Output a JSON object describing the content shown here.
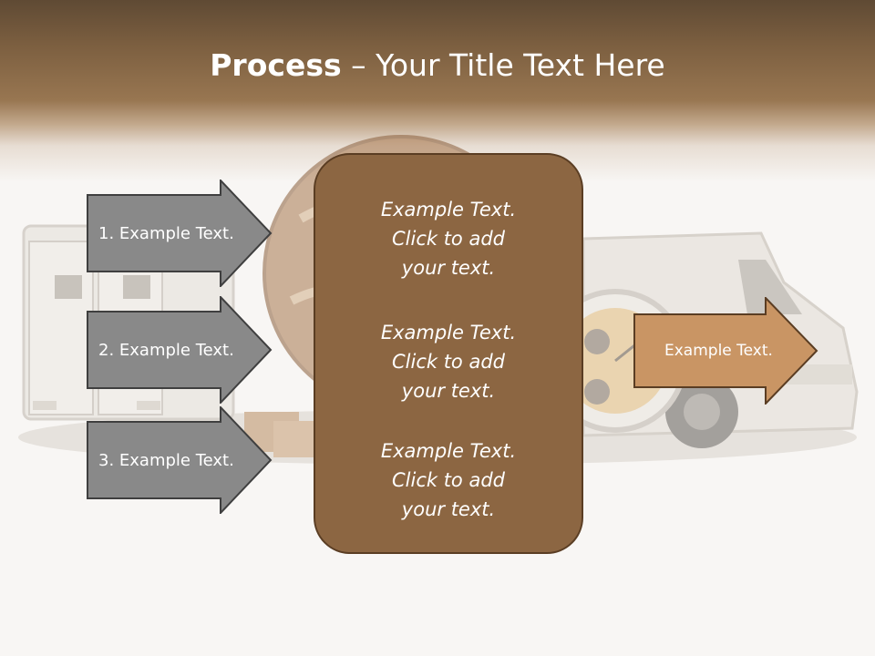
{
  "slide": {
    "title_bold": "Process",
    "title_rest": " – Your Title Text Here"
  },
  "left_arrows": [
    {
      "label": "1. Example Text."
    },
    {
      "label": "2. Example Text."
    },
    {
      "label": "3. Example Text."
    }
  ],
  "center_box": {
    "blocks": [
      {
        "line1": "Example Text.",
        "line2": "Click  to add",
        "line3": "your text."
      },
      {
        "line1": "Example Text.",
        "line2": "Click  to add",
        "line3": "your text."
      },
      {
        "line1": "Example Text.",
        "line2": "Click  to add",
        "line3": "your text."
      }
    ]
  },
  "right_arrow": {
    "label": "Example Text."
  },
  "background_image": {
    "description_icon": "delivery-vans-clock-globe-image"
  },
  "colors": {
    "header_brown": "#7c5f40",
    "arrow_gray": "#898989",
    "center_box_brown": "#8c6642",
    "right_arrow_tan": "#c99564"
  }
}
